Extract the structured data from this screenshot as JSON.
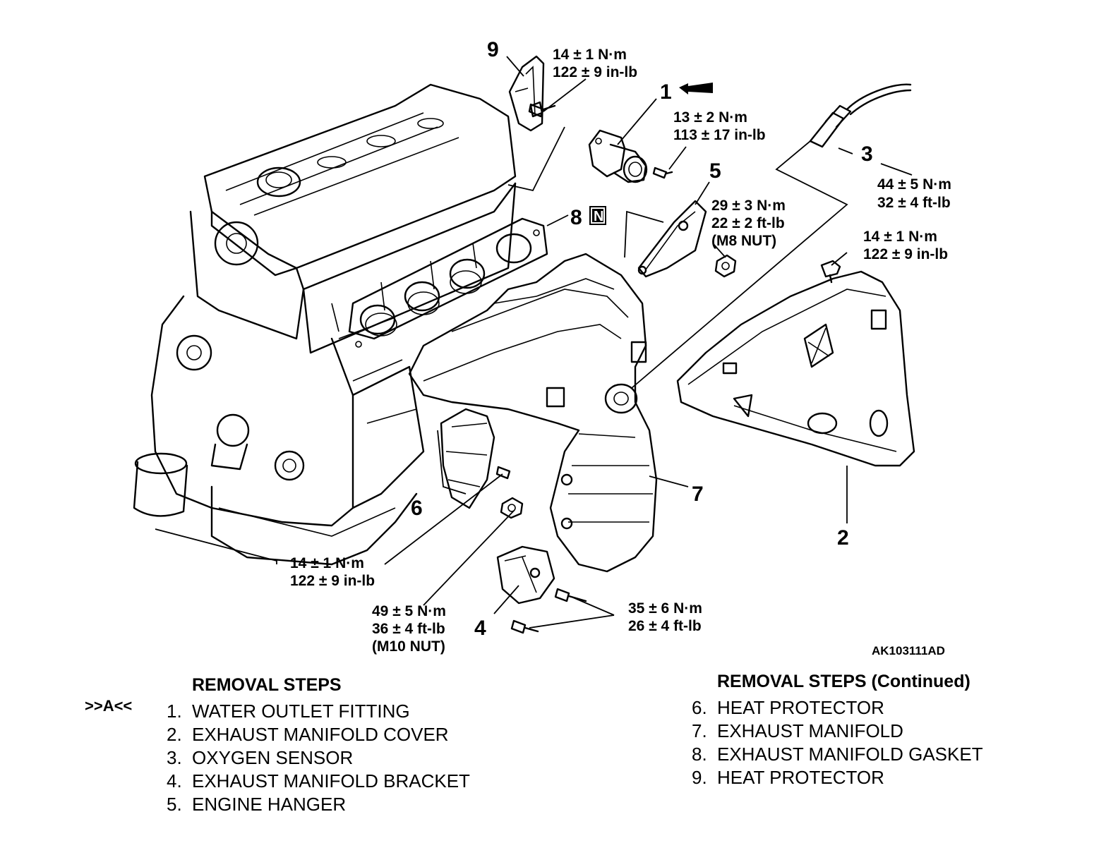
{
  "figure_code": "AK103111AD",
  "callouts": {
    "c1": "1",
    "c2": "2",
    "c3": "3",
    "c4": "4",
    "c5": "5",
    "c6": "6",
    "c7": "7",
    "c8": "8",
    "c9": "9",
    "new_part_mark": "N"
  },
  "torques": {
    "heat_protector_top": [
      "14 ± 1 N·m",
      "122 ± 9 in-lb"
    ],
    "water_outlet": [
      "13 ± 2 N·m",
      "113 ± 17 in-lb"
    ],
    "oxygen_sensor": [
      "44 ± 5 N·m",
      "32 ± 4 ft-lb"
    ],
    "engine_hanger": [
      "29 ± 3 N·m",
      "22 ± 2 ft-lb",
      "(M8 NUT)"
    ],
    "manifold_cover": [
      "14 ± 1 N·m",
      "122 ± 9 in-lb"
    ],
    "heat_protector_lower": [
      "14 ± 1 N·m",
      "122 ± 9 in-lb"
    ],
    "manifold_nut": [
      "49 ± 5 N·m",
      "36 ± 4 ft-lb",
      "(M10 NUT)"
    ],
    "bracket_bolts": [
      "35 ± 6 N·m",
      "26 ± 4 ft-lb"
    ]
  },
  "removal_steps": {
    "heading": "REMOVAL STEPS",
    "heading_continued": "REMOVAL STEPS (Continued)",
    "reference_marker": ">>A<<",
    "left": [
      {
        "num": "1.",
        "label": "WATER OUTLET FITTING"
      },
      {
        "num": "2.",
        "label": "EXHAUST MANIFOLD COVER"
      },
      {
        "num": "3.",
        "label": "OXYGEN SENSOR"
      },
      {
        "num": "4.",
        "label": "EXHAUST MANIFOLD BRACKET"
      },
      {
        "num": "5.",
        "label": "ENGINE HANGER"
      }
    ],
    "right": [
      {
        "num": "6.",
        "label": "HEAT PROTECTOR"
      },
      {
        "num": "7.",
        "label": "EXHAUST MANIFOLD"
      },
      {
        "num": "8.",
        "label": "EXHAUST MANIFOLD GASKET"
      },
      {
        "num": "9.",
        "label": "HEAT PROTECTOR"
      }
    ]
  }
}
